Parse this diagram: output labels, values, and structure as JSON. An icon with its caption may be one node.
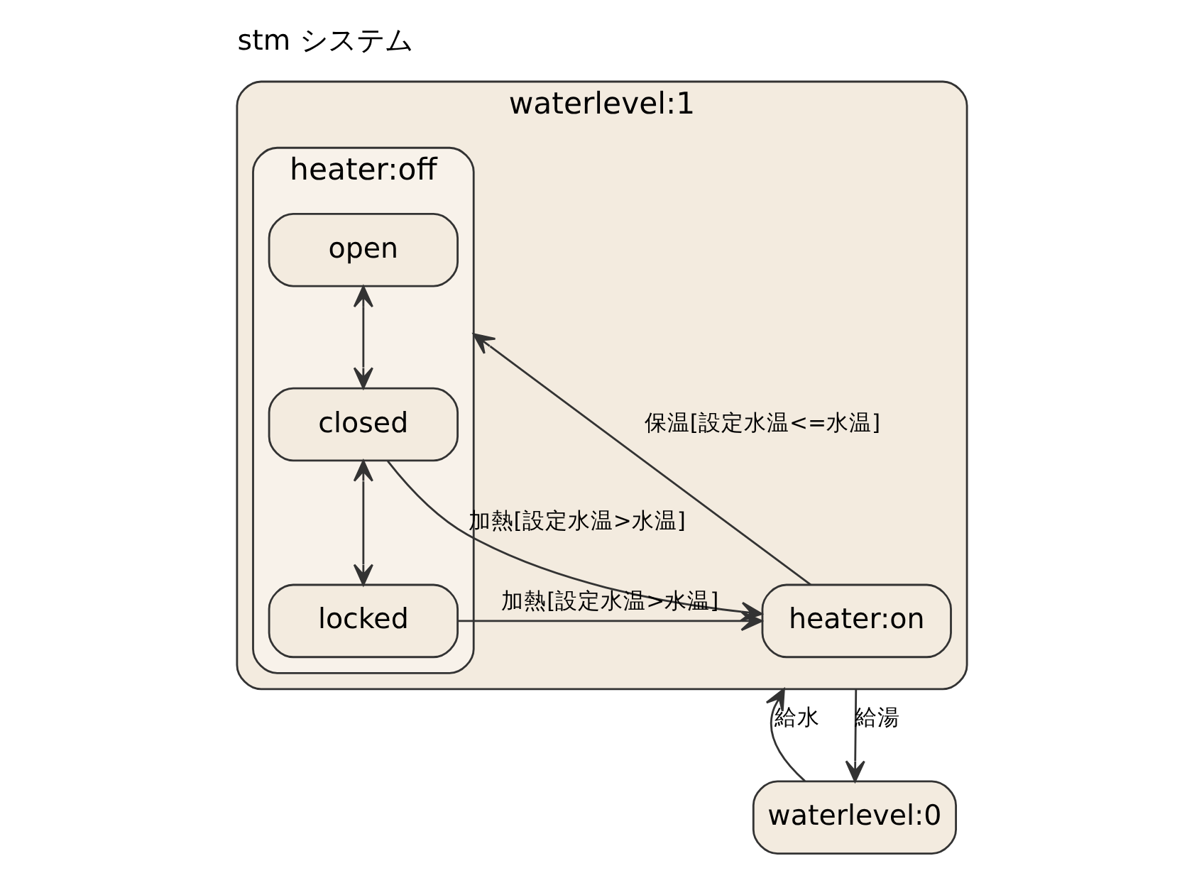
{
  "diagram": {
    "title": "stm システム",
    "nodes": [
      {
        "text": [
          "waterlevel:0"
        ]
      },
      {
        "text": [
          "waterlevel:1"
        ]
      },
      {
        "text": [
          "heater:on"
        ],
        "in": 1
      },
      {
        "text": [
          "heater:off"
        ],
        "in": 1
      },
      {
        "text": [
          "open"
        ],
        "in": 3
      },
      {
        "text": [
          "closed"
        ],
        "in": 3
      },
      {
        "text": [
          "locked"
        ],
        "in": 3
      }
    ],
    "edges": [
      {
        "from": 0,
        "to": 1,
        "arrow": "to",
        "label": "給水"
      },
      {
        "from": 1,
        "to": 0,
        "arrow": "to",
        "label": "給湯"
      },
      {
        "from": 2,
        "to": 3,
        "arrow": "to",
        "label": "保温[設定水温<=水温]"
      },
      {
        "from": 5,
        "to": 2,
        "arrow": "to",
        "label": "加熱[設定水温>水温]"
      },
      {
        "from": 6,
        "to": 2,
        "arrow": "to",
        "label": "加熱[設定水温>水温]"
      },
      {
        "from": 4,
        "to": 5,
        "arrow": "both"
      },
      {
        "from": 5,
        "to": 6,
        "arrow": "both"
      }
    ]
  }
}
